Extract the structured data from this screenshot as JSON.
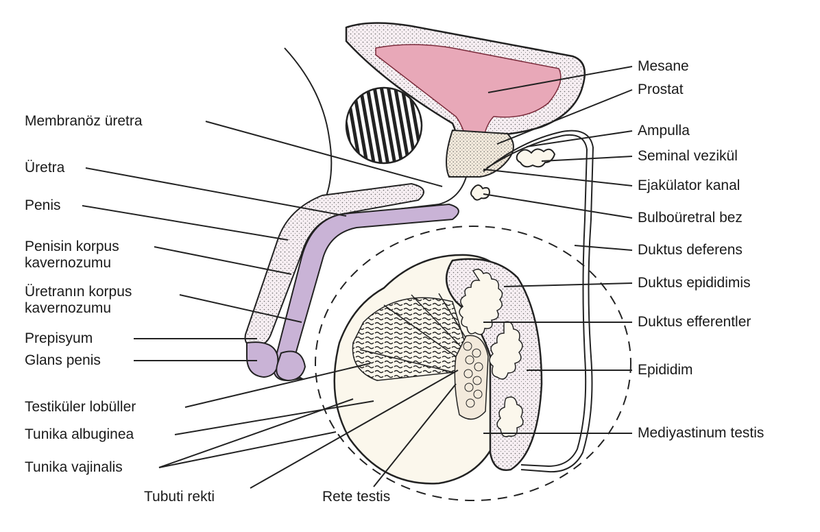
{
  "labels": {
    "mesane": "Mesane",
    "prostat": "Prostat",
    "ampulla": "Ampulla",
    "seminal_vezikul": "Seminal vezikül",
    "ejakulator_kanal": "Ejakülator kanal",
    "bulbouretral_bez": "Bulboüretral bez",
    "duktus_deferens": "Duktus deferens",
    "duktus_epididimis": "Duktus epididimis",
    "duktus_efferentler": "Duktus efferentler",
    "epididim": "Epididim",
    "mediyastinum_testis": "Mediyastinum testis",
    "membranoz_uretra": "Membranöz üretra",
    "uretra": "Üretra",
    "penis": "Penis",
    "penisin_korpus_line1": "Penisin korpus",
    "penisin_korpus_line2": "kavernozumu",
    "uretranin_korpus_line1": "Üretranın korpus",
    "uretranin_korpus_line2": "kavernozumu",
    "prepisyum": "Prepisyum",
    "glans_penis": "Glans penis",
    "testikuler_lobuller": "Testiküler lobüller",
    "tunika_albuginea": "Tunika albuginea",
    "tunika_vajinalis": "Tunika vajinalis",
    "tubuti_rekti": "Tubuti rekti",
    "rete_testis": "Rete testis"
  },
  "colors": {
    "bladder_fill": "#e8a8b8",
    "bladder_wall": "#f2e4ea",
    "corpus_spongiosum": "#c9b3d6",
    "corpus_cavernosum": "#f4eaf0",
    "prostate": "#f3eadc",
    "lobule_fill": "#fbf7ec",
    "outline": "#222222"
  }
}
